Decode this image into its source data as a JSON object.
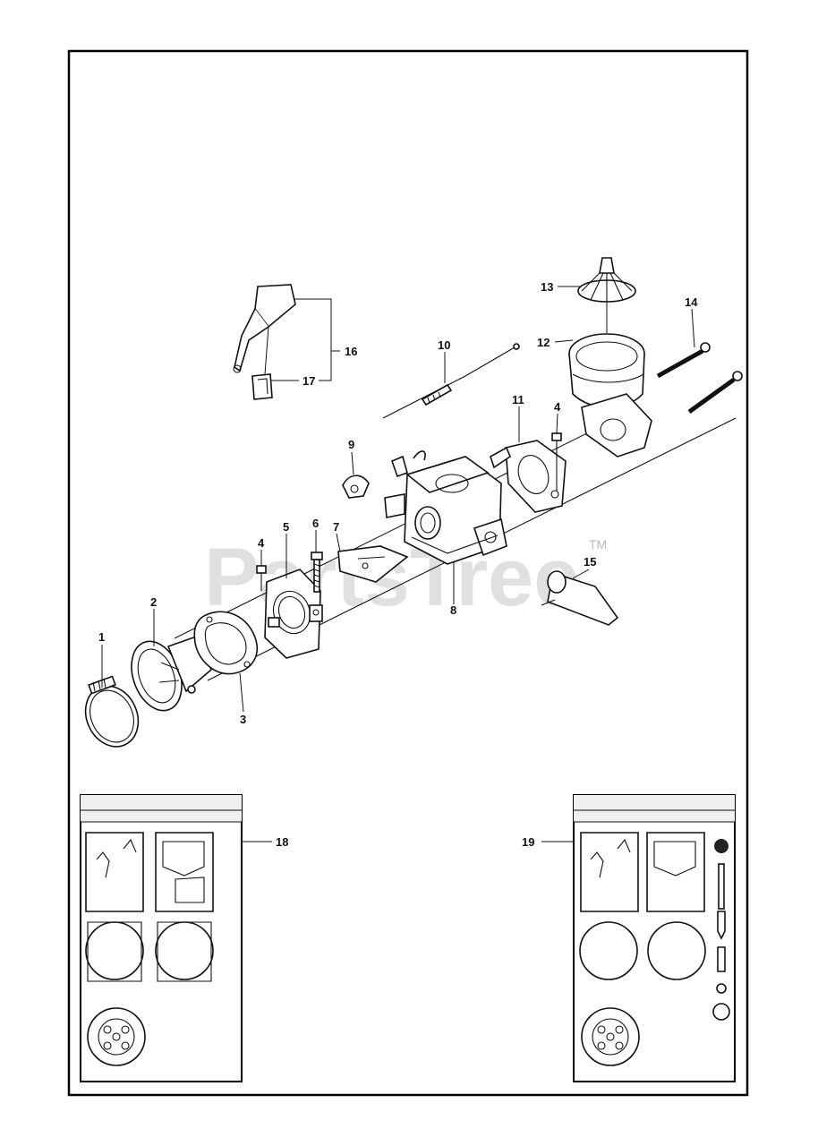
{
  "watermark": {
    "text": "PartsTree",
    "tm": "TM"
  },
  "callouts": [
    {
      "id": "c1",
      "label": "1"
    },
    {
      "id": "c2",
      "label": "2"
    },
    {
      "id": "c3",
      "label": "3"
    },
    {
      "id": "c4a",
      "label": "4"
    },
    {
      "id": "c4b",
      "label": "4"
    },
    {
      "id": "c5",
      "label": "5"
    },
    {
      "id": "c6",
      "label": "6"
    },
    {
      "id": "c7",
      "label": "7"
    },
    {
      "id": "c8",
      "label": "8"
    },
    {
      "id": "c9",
      "label": "9"
    },
    {
      "id": "c10",
      "label": "10"
    },
    {
      "id": "c11",
      "label": "11"
    },
    {
      "id": "c12",
      "label": "12"
    },
    {
      "id": "c13",
      "label": "13"
    },
    {
      "id": "c14",
      "label": "14"
    },
    {
      "id": "c15",
      "label": "15"
    },
    {
      "id": "c16",
      "label": "16"
    },
    {
      "id": "c17",
      "label": "17"
    },
    {
      "id": "c18",
      "label": "18"
    },
    {
      "id": "c19",
      "label": "19"
    }
  ]
}
